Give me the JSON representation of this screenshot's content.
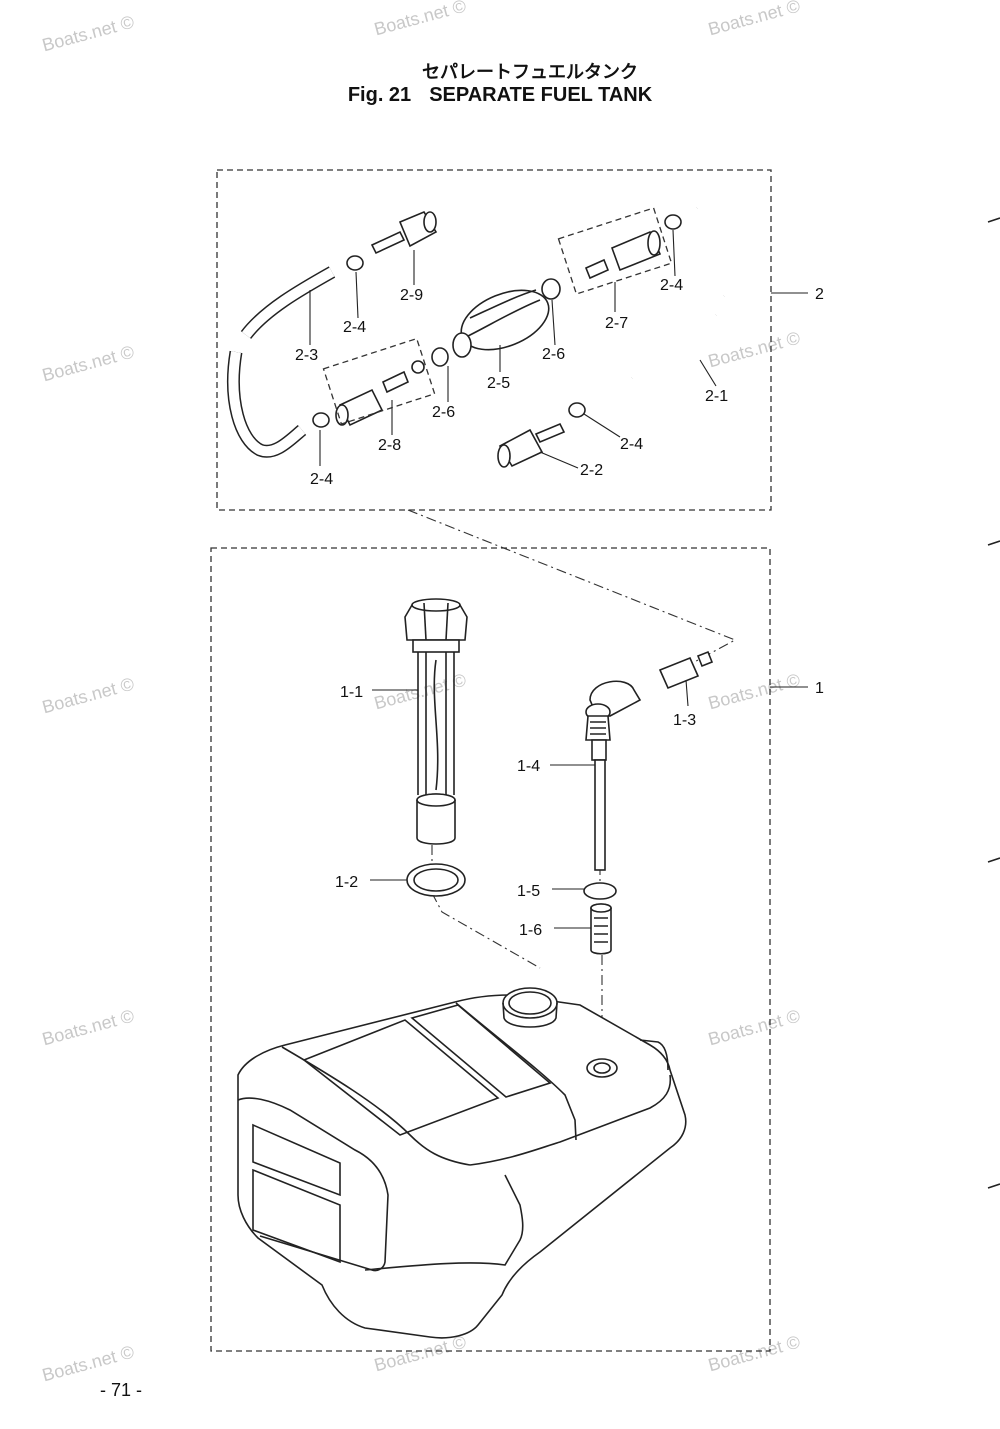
{
  "header": {
    "title_jp": "セパレートフュエルタンク",
    "fig_number": "Fig. 21",
    "title_en": "SEPARATE FUEL TANK"
  },
  "page_number": "- 71 -",
  "watermark": "Boats.net ©",
  "groups": {
    "hose_assembly": "2",
    "tank_assembly": "1"
  },
  "callouts": {
    "c_2_1": "2-1",
    "c_2_2": "2-2",
    "c_2_3": "2-3",
    "c_2_4_a": "2-4",
    "c_2_4_b": "2-4",
    "c_2_4_c": "2-4",
    "c_2_4_d": "2-4",
    "c_2_5": "2-5",
    "c_2_6_a": "2-6",
    "c_2_6_b": "2-6",
    "c_2_7": "2-7",
    "c_2_8": "2-8",
    "c_2_9": "2-9",
    "c_1_1": "1-1",
    "c_1_2": "1-2",
    "c_1_3": "1-3",
    "c_1_4": "1-4",
    "c_1_5": "1-5",
    "c_1_6": "1-6"
  }
}
